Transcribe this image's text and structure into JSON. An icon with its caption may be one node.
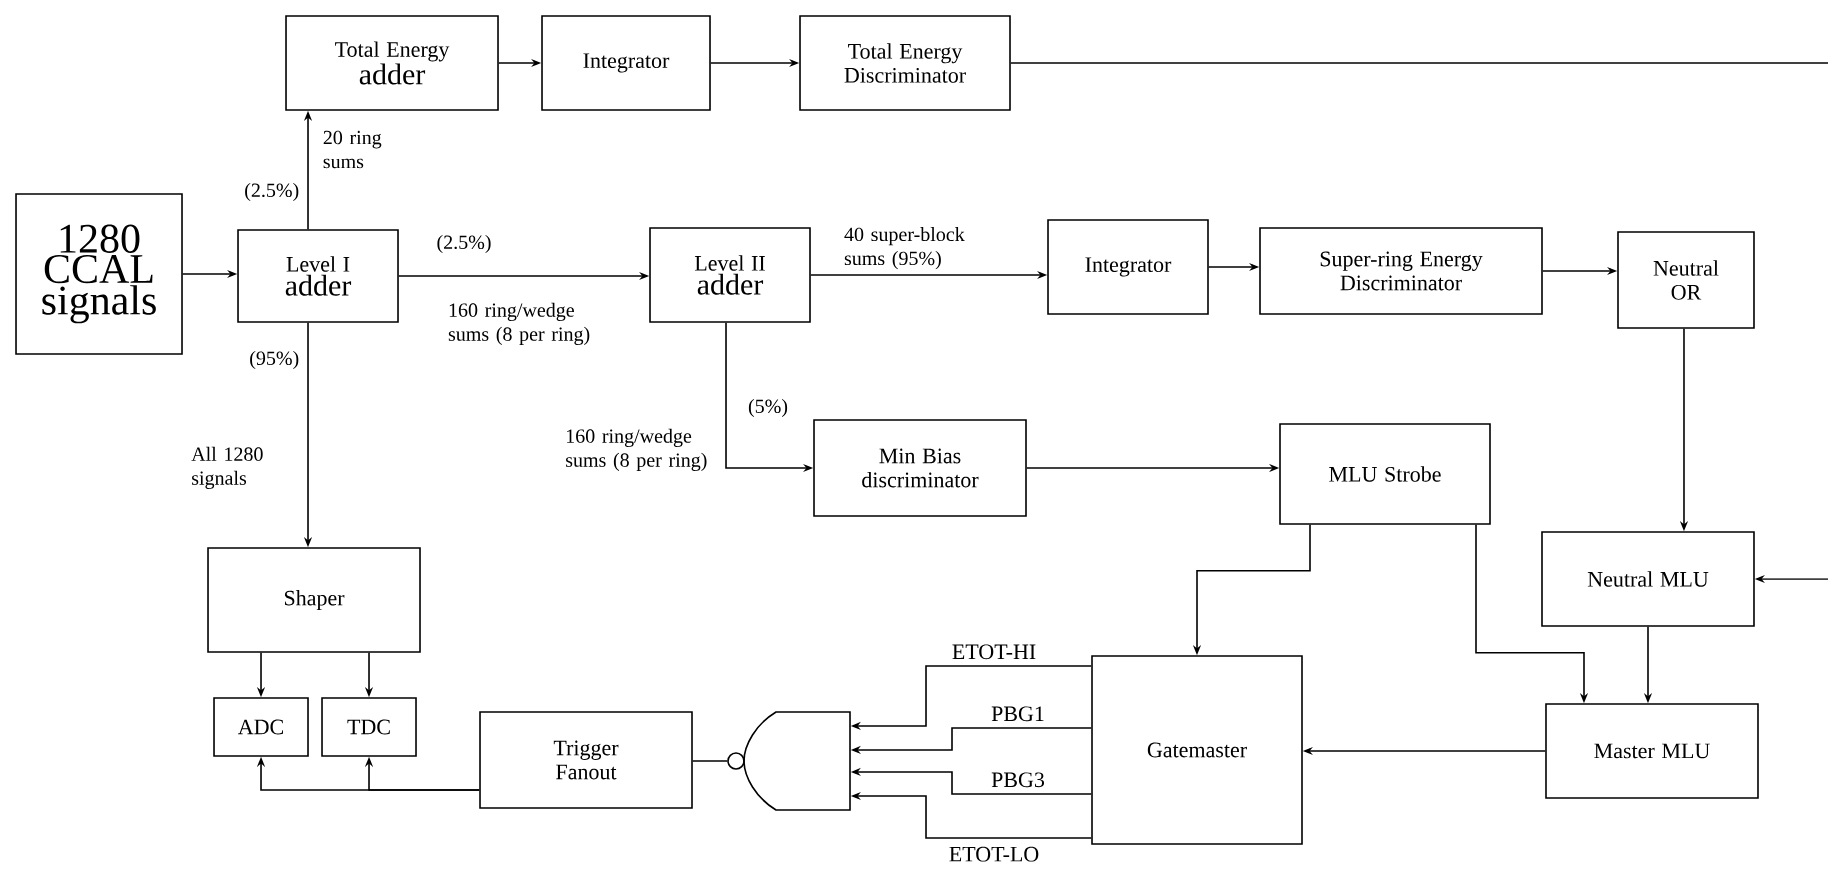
{
  "diagram": {
    "nodes": [
      {
        "text": [
          "1280 CCAL signals"
        ]
      },
      {
        "text": [
          "Level I",
          "adder"
        ]
      },
      {
        "text": [
          "Total Energy",
          "adder"
        ]
      },
      {
        "text": [
          "Integrator"
        ]
      },
      {
        "text": [
          "Total Energy Discriminator"
        ]
      },
      {
        "text": [
          "Level II",
          "adder"
        ]
      },
      {
        "text": [
          "Integrator"
        ]
      },
      {
        "text": [
          "Super-ring Energy Discriminator"
        ]
      },
      {
        "text": [
          "Neutral OR"
        ]
      },
      {
        "text": [
          "Min Bias discriminator"
        ]
      },
      {
        "text": [
          "MLU Strobe"
        ]
      },
      {
        "text": [
          "Neutral MLU"
        ]
      },
      {
        "text": [
          "Shaper"
        ]
      },
      {
        "text": [
          "ADC"
        ]
      },
      {
        "text": [
          "TDC"
        ]
      },
      {
        "text": [
          "Trigger Fanout"
        ]
      },
      {
        "text": [],
        "shape": "gate"
      },
      {
        "text": [
          "Gatemaster"
        ]
      },
      {
        "text": [
          "Master MLU"
        ]
      }
    ],
    "edges": [
      {
        "from": 0,
        "to": 1,
        "arrow": "to"
      },
      {
        "from": 1,
        "to": 2,
        "arrow": "to",
        "label": "20 ring sums"
      },
      {
        "from": 1,
        "to": 5,
        "arrow": "to",
        "label": "160 ring/wedge sums (8 per ring)"
      },
      {
        "from": 1,
        "to": 12,
        "arrow": "to",
        "label": "All 1280 signals"
      },
      {
        "from": 2,
        "to": 3,
        "arrow": "to"
      },
      {
        "from": 3,
        "to": 4,
        "arrow": "to"
      },
      {
        "from": 4,
        "to": null,
        "arrow": "none"
      },
      {
        "from": 5,
        "to": 6,
        "arrow": "to",
        "label": "40 super-block sums (95%)"
      },
      {
        "from": 5,
        "to": 9,
        "arrow": "to",
        "label": "160 ring/wedge sums (8 per ring)"
      },
      {
        "from": 6,
        "to": 7,
        "arrow": "to"
      },
      {
        "from": 7,
        "to": 8,
        "arrow": "to"
      },
      {
        "from": 8,
        "to": 11,
        "arrow": "to"
      },
      {
        "from": null,
        "to": 11,
        "arrow": "to"
      },
      {
        "from": 9,
        "to": 10,
        "arrow": "to"
      },
      {
        "from": 10,
        "to": 17,
        "arrow": "to"
      },
      {
        "from": 10,
        "to": 18,
        "arrow": "to"
      },
      {
        "from": 11,
        "to": 18,
        "arrow": "to"
      },
      {
        "from": 18,
        "to": 17,
        "arrow": "to"
      },
      {
        "from": 17,
        "to": 16,
        "arrow": "to",
        "label": "ETOT-HI"
      },
      {
        "from": 17,
        "to": 16,
        "arrow": "to",
        "label": "PBG1"
      },
      {
        "from": 17,
        "to": 16,
        "arrow": "to",
        "label": "PBG3"
      },
      {
        "from": 17,
        "to": 16,
        "arrow": "to",
        "label": "ETOT-LO"
      },
      {
        "from": 16,
        "to": 15,
        "arrow": "none"
      },
      {
        "from": 15,
        "to": 13,
        "arrow": "to"
      },
      {
        "from": 15,
        "to": 14,
        "arrow": "to"
      },
      {
        "from": 12,
        "to": 13,
        "arrow": "to"
      },
      {
        "from": 12,
        "to": 14,
        "arrow": "to"
      }
    ],
    "labels": [
      "(2.5%)",
      "(2.5%)",
      "(95%)",
      "(5%)"
    ]
  }
}
